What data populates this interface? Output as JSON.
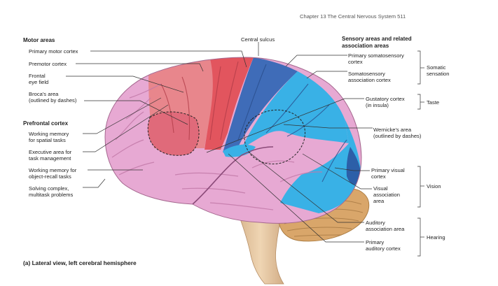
{
  "running_head": "Chapter 13  The Central Nervous System  511",
  "caption": "(a) Lateral view, left cerebral hemisphere",
  "central_sulcus": "Central sulcus",
  "motor": {
    "heading": "Motor areas",
    "primary_motor": "Primary motor cortex",
    "premotor": "Premotor cortex",
    "frontal_eye": "Frontal\neye field",
    "broca": "Broca's area\n(outlined by dashes)"
  },
  "prefrontal": {
    "heading": "Prefrontal cortex",
    "wm_spatial": "Working memory\nfor spatial tasks",
    "executive": "Executive area for\ntask management",
    "wm_object": "Working memory for\nobject-recall tasks",
    "solving": "Solving complex,\nmultitask problems"
  },
  "sensory": {
    "heading": "Sensory areas and related\nassociation areas",
    "primary_somato": "Primary somatosensory\ncortex",
    "somato_assoc": "Somatosensory\nassociation cortex",
    "gustatory": "Gustatory cortex\n(in insula)",
    "wernicke": "Wernicke's area\n(outlined by dashes)",
    "primary_visual": "Primary visual\ncortex",
    "visual_assoc": "Visual\nassociation\narea",
    "auditory_assoc": "Auditory\nassociation area",
    "primary_auditory": "Primary\nauditory cortex"
  },
  "groups": {
    "somatic": "Somatic\nsensation",
    "taste": "Taste",
    "vision": "Vision",
    "hearing": "Hearing"
  },
  "colors": {
    "prefrontal_pink": "#e7a9d3",
    "motor_red": "#e2555e",
    "premotor_red": "#e8868c",
    "sensory_blue": "#3f6cb8",
    "assoc_blue": "#39b1e6",
    "cerebellum_tan": "#d9a66a",
    "brainstem": "#e7c9a4"
  }
}
